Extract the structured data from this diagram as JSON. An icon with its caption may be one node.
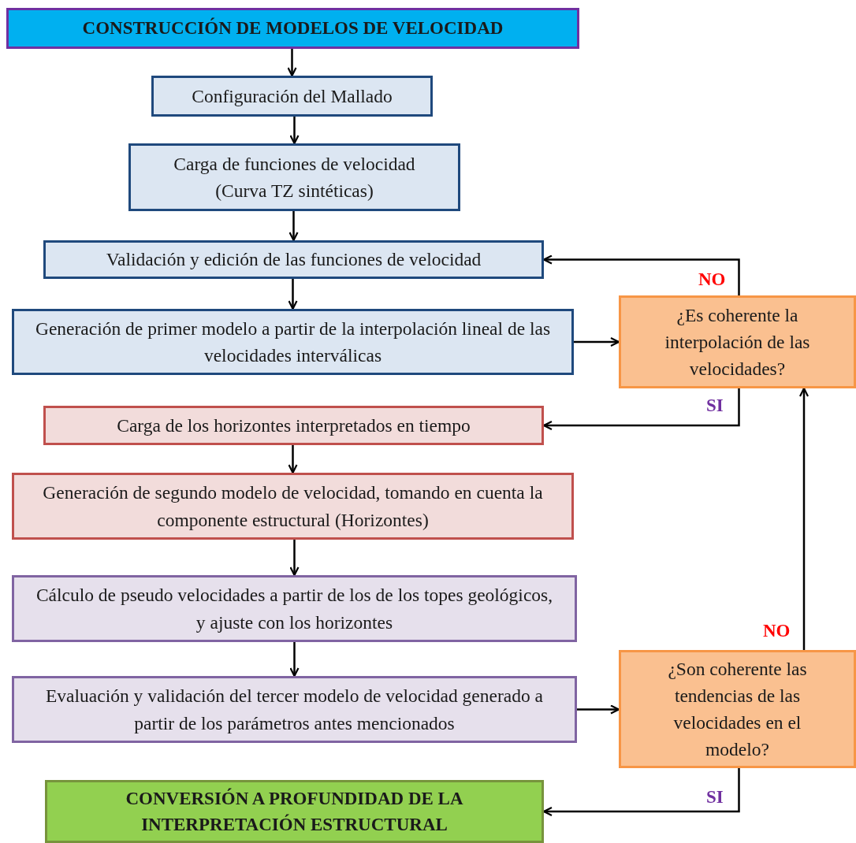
{
  "diagram": {
    "nodes": [
      {
        "text": [
          "CONSTRUCCIÓN DE MODELOS  DE VELOCIDAD"
        ]
      },
      {
        "text": [
          "Configuración del Mallado"
        ]
      },
      {
        "text": [
          "Carga de funciones de velocidad (Curva TZ sintéticas)"
        ]
      },
      {
        "text": [
          "Validación y edición de las funciones de velocidad"
        ]
      },
      {
        "text": [
          "Generación de primer modelo a partir de la interpolación lineal de las velocidades interválicas"
        ]
      },
      {
        "text": [
          "¿Es coherente la interpolación de las velocidades?"
        ]
      },
      {
        "text": [
          "Carga de los horizontes interpretados en tiempo"
        ]
      },
      {
        "text": [
          "Generación de segundo modelo de velocidad, tomando en cuenta la componente estructural (Horizontes)"
        ]
      },
      {
        "text": [
          "Cálculo de pseudo velocidades a partir de los de los topes geológicos, y ajuste con los horizontes"
        ]
      },
      {
        "text": [
          "Evaluación y validación del tercer modelo de velocidad generado a partir de los parámetros antes mencionados"
        ]
      },
      {
        "text": [
          "¿Son coherente las tendencias de las velocidades en el modelo?"
        ]
      },
      {
        "text": [
          "CONVERSIÓN A PROFUNDIDAD DE LA INTERPRETACIÓN ESTRUCTURAL"
        ]
      }
    ],
    "edges": [
      {
        "from": 0,
        "to": 1,
        "arrow": "to"
      },
      {
        "from": 1,
        "to": 2,
        "arrow": "to"
      },
      {
        "from": 2,
        "to": 3,
        "arrow": "to"
      },
      {
        "from": 3,
        "to": 4,
        "arrow": "to"
      },
      {
        "from": 4,
        "to": 5,
        "arrow": "to"
      },
      {
        "from": 5,
        "to": 3,
        "arrow": "to",
        "label": "NO"
      },
      {
        "from": 5,
        "to": 6,
        "arrow": "to",
        "label": "SI"
      },
      {
        "from": 6,
        "to": 7,
        "arrow": "to"
      },
      {
        "from": 7,
        "to": 8,
        "arrow": "to"
      },
      {
        "from": 8,
        "to": 9,
        "arrow": "to"
      },
      {
        "from": 9,
        "to": 10,
        "arrow": "to"
      },
      {
        "from": 10,
        "to": 5,
        "arrow": "to",
        "label": "NO"
      },
      {
        "from": 10,
        "to": 11,
        "arrow": "to",
        "label": "SI"
      }
    ]
  }
}
